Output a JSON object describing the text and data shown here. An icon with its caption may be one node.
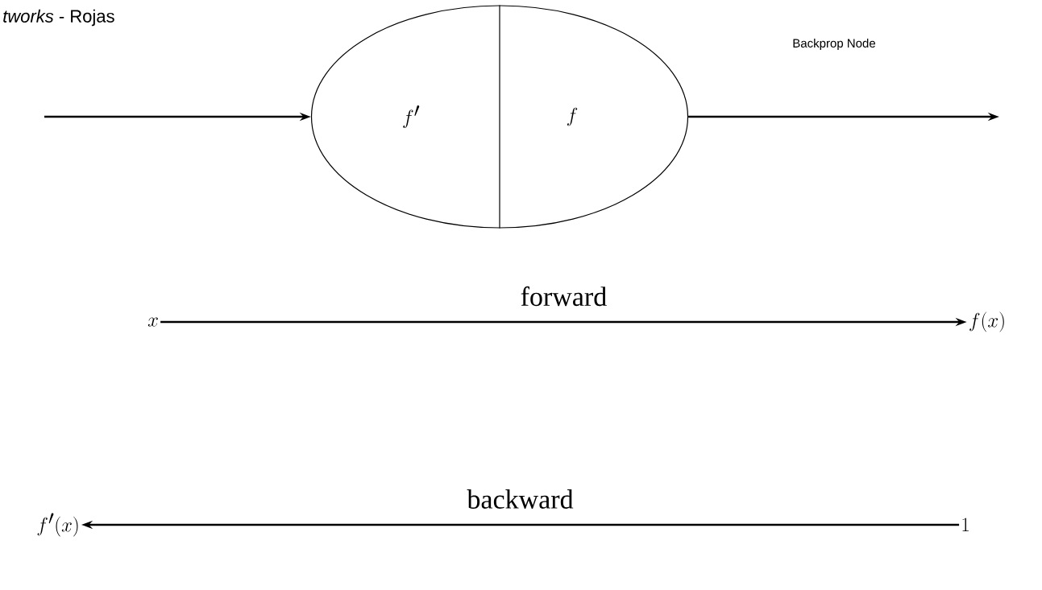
{
  "diagram": {
    "nodes": [
      {
        "text": [
          "f'",
          "f"
        ]
      },
      {
        "text": [
          "x"
        ]
      },
      {
        "text": [
          "f(x)"
        ]
      },
      {
        "text": [
          "f'(x)"
        ]
      },
      {
        "text": [
          "1"
        ]
      }
    ],
    "edges": [
      {
        "from": null,
        "to": 0,
        "arrow": "to"
      },
      {
        "from": 0,
        "to": null,
        "arrow": "to"
      },
      {
        "from": 1,
        "to": 2,
        "arrow": "to",
        "label": "forward"
      },
      {
        "from": 4,
        "to": 3,
        "arrow": "to",
        "label": "backward"
      }
    ],
    "labels": [
      "*tworks* - Rojas",
      "Backprop Node"
    ]
  }
}
